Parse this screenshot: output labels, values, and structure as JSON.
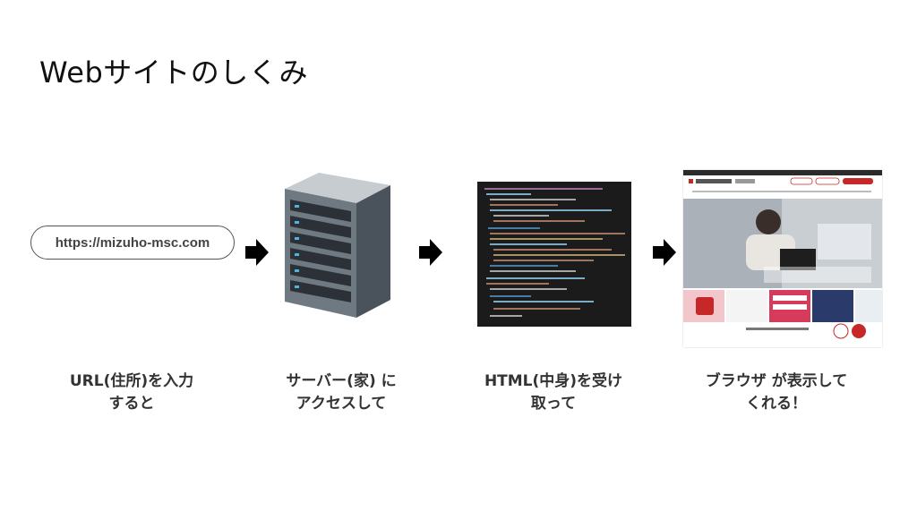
{
  "title": "Webサイトのしくみ",
  "url_pill": "https://mizuho-msc.com",
  "steps": [
    {
      "line1": "URL(住所)を入力",
      "line2": "すると"
    },
    {
      "line1": "サーバー(家) に",
      "line2": "アクセスして"
    },
    {
      "line1": "HTML(中身)を受け",
      "line2": "取って"
    },
    {
      "line1": "ブラウザ が表示して",
      "line2": "くれる！"
    }
  ],
  "icons": [
    "arrow-right-icon",
    "server-icon",
    "code-screenshot",
    "website-screenshot"
  ],
  "colors": {
    "accent": "#c62828",
    "text": "#333333",
    "code_bg": "#1b1b1b"
  }
}
